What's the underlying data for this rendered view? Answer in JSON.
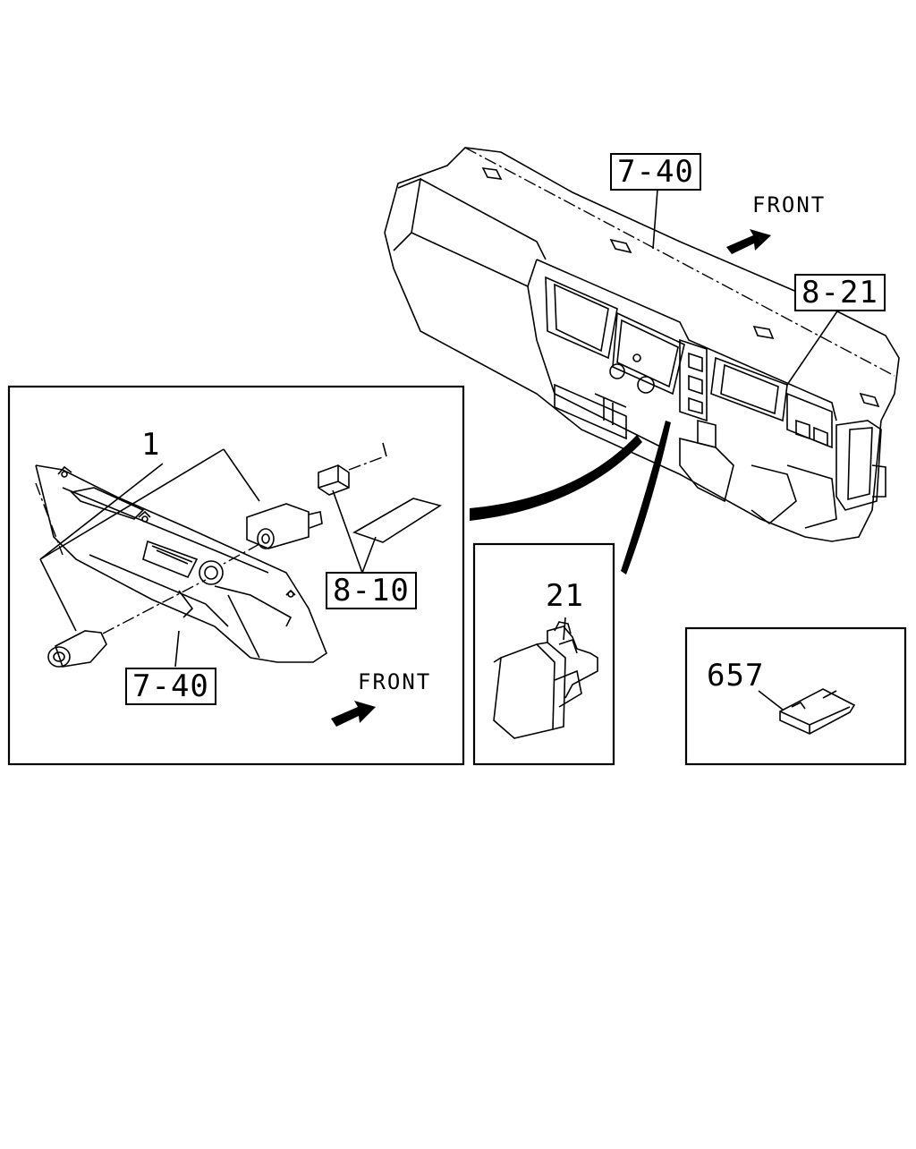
{
  "callouts": {
    "dash_top": "7-40",
    "dash_front": "FRONT",
    "dash_right": "8-21",
    "panel_item": "1",
    "panel_ref_switch": "8-10",
    "panel_ref_bottom": "7-40",
    "panel_front": "FRONT",
    "switch_item": "21",
    "clip_item": "657"
  }
}
